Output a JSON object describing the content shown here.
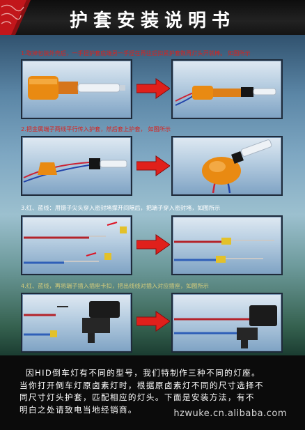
{
  "header": {
    "title": "护套安装说明书"
  },
  "steps": [
    {
      "text": "1.取掉包装外壳后，一手捏护套底端另一手捏在再往后扣紧护套数再灯头开就棒。 如图所示"
    },
    {
      "text": "2.把金属端子两线平行传入护套，然后套上护套， 如图所示"
    },
    {
      "text": "3.红、蓝线：用镊子尖头穿入密封堵撑开间隔后，把端子穿入密封堵，如图所示"
    },
    {
      "text": "4.红、蓝线，再将端子插入插座卡扣，把出线线对插入对应插座，如图所示"
    }
  ],
  "description": {
    "lines": [
      "因HID倒车灯有不同的型号，我们特制作三种不同的灯座。",
      "当你打开倒车灯原卤素灯时，根据原卤素灯不同的尺寸选择不",
      "同尺寸灯头护套，匹配相应的灯头。下面是安装方法，有不",
      "明白之处请致电当地经销商。"
    ]
  },
  "watermark": "hzwuke.cn.alibaba.com",
  "colors": {
    "step_red": "#d8231f",
    "arrow_red": "#e0201b",
    "header_bg": "#111111",
    "bottom_bg": "#0b0b0b"
  }
}
